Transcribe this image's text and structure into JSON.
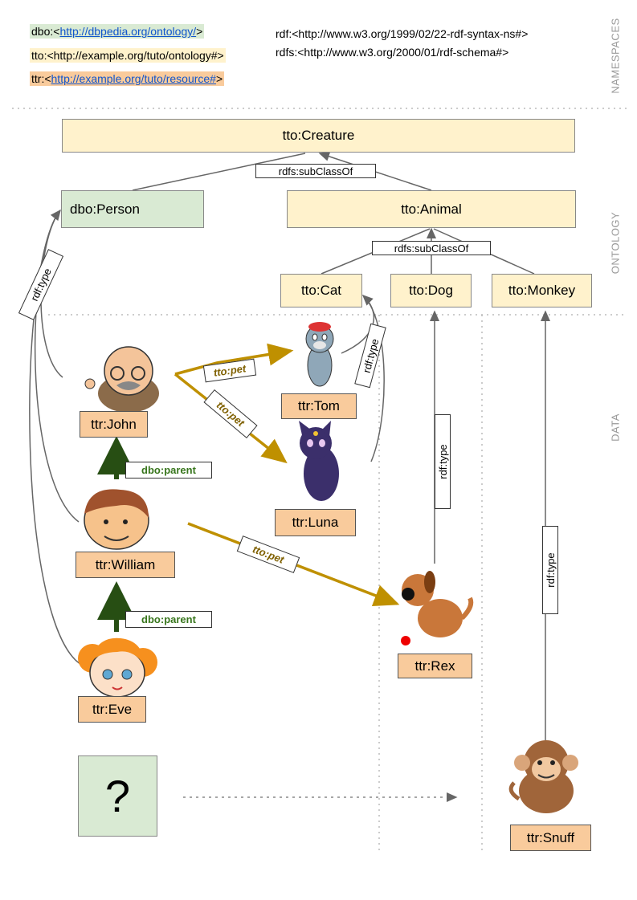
{
  "namespaces": {
    "dbo_prefix": "dbo:<",
    "dbo_link": "http://dbpedia.org/ontology/",
    "dbo_suffix": ">",
    "tto": "tto:<http://example.org/tuto/ontology#>",
    "ttr_prefix": "ttr:<",
    "ttr_link": "http://example.org/tuto/resource#",
    "ttr_suffix": ">",
    "rdf": "rdf:<http://www.w3.org/1999/02/22-rdf-syntax-ns#>",
    "rdfs": "rdfs:<http://www.w3.org/2000/01/rdf-schema#>"
  },
  "sections": {
    "namespaces": "NAMESPACES",
    "ontology": "ONTOLOGY",
    "data": "DATA"
  },
  "classes": {
    "creature": "tto:Creature",
    "person": "dbo:Person",
    "animal": "tto:Animal",
    "cat": "tto:Cat",
    "dog": "tto:Dog",
    "monkey": "tto:Monkey"
  },
  "resources": {
    "john": "ttr:John",
    "tom": "ttr:Tom",
    "luna": "ttr:Luna",
    "william": "ttr:William",
    "rex": "ttr:Rex",
    "eve": "ttr:Eve",
    "snuff": "ttr:Snuff"
  },
  "edge_labels": {
    "subclass_1": "rdfs:subClassOf",
    "subclass_2": "rdfs:subClassOf",
    "rdf_type_person": "rdf:type",
    "rdf_type_cat": "rdf:type",
    "rdf_type_dog": "rdf:type",
    "rdf_type_monkey": "rdf:type",
    "pet_tom": "tto:pet",
    "pet_luna": "tto:pet",
    "pet_rex": "tto:pet",
    "parent_john": "dbo:parent",
    "parent_william": "dbo:parent"
  },
  "unknown": "?",
  "colors": {
    "ontology_fill": "#fff2cc",
    "dbo_fill": "#d9ead3",
    "resource_fill": "#f9cb9c",
    "pet_arrow": "#bf9000",
    "parent_arrow": "#274e13",
    "type_arrow": "#666666"
  }
}
